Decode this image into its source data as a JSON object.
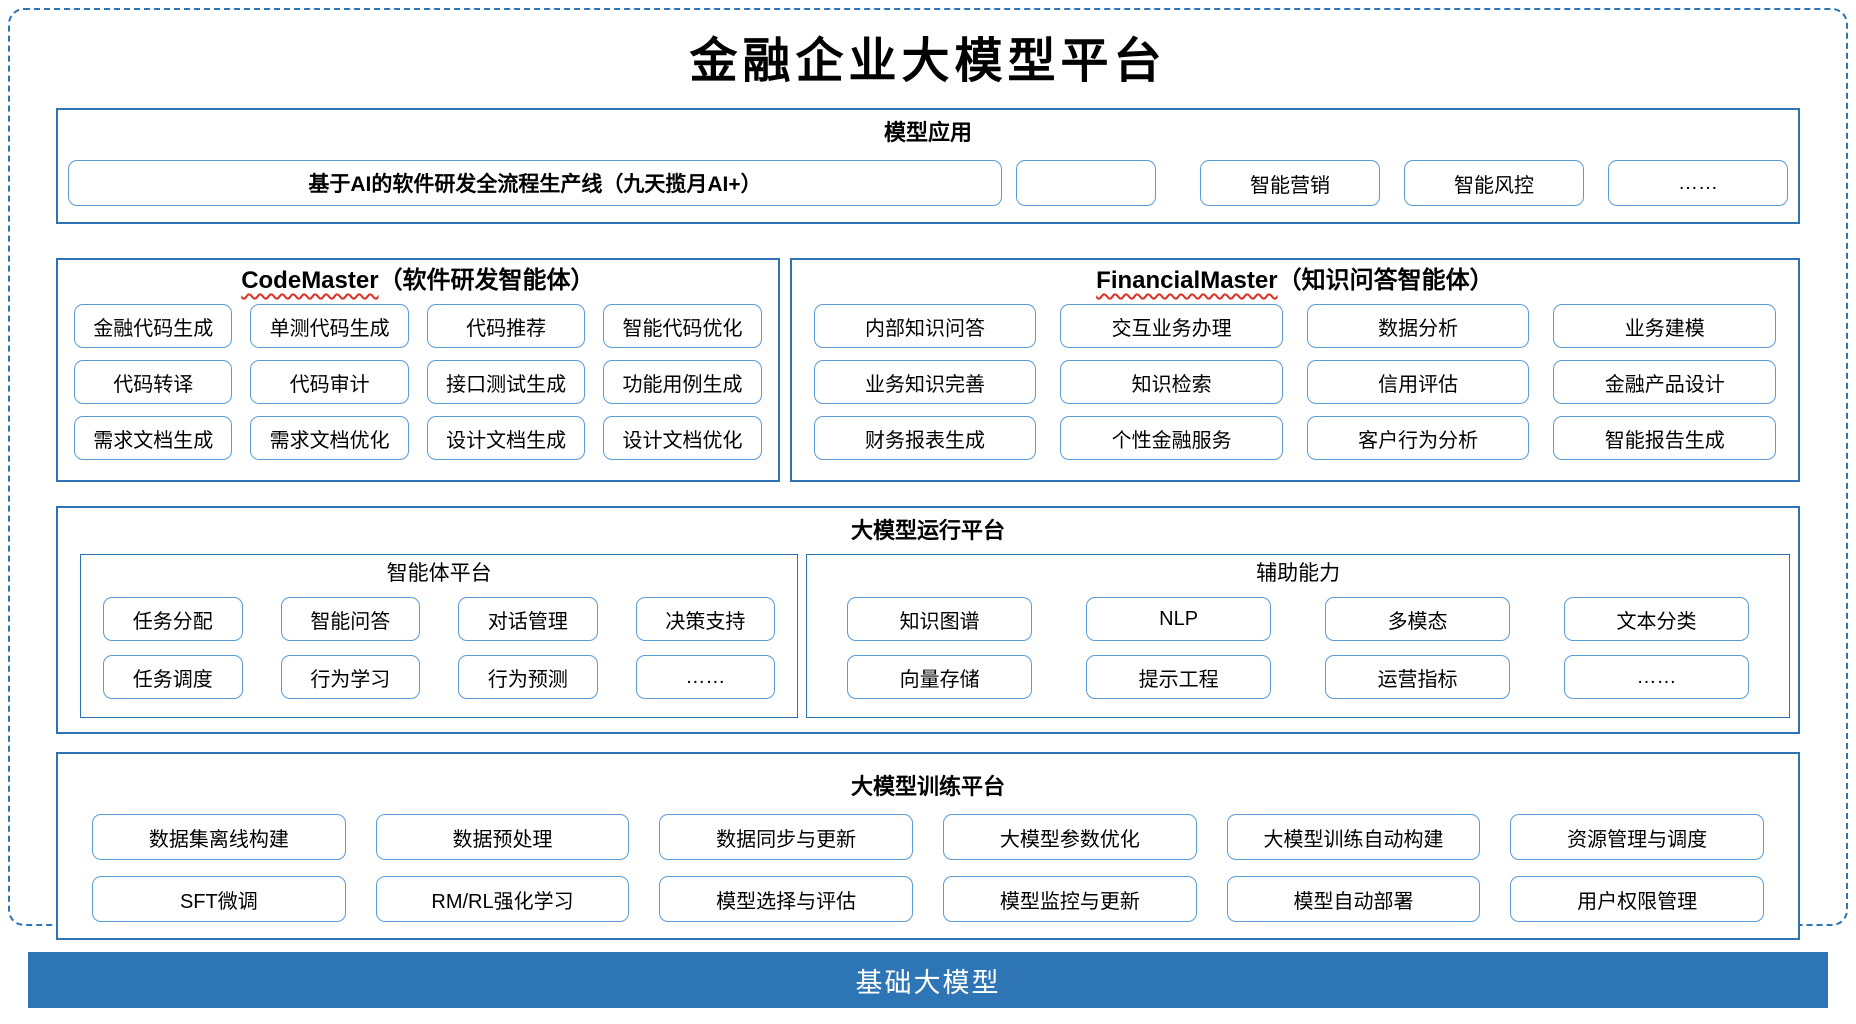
{
  "title": "金融企业大模型平台",
  "model_app": {
    "header": "模型应用",
    "pipeline": "基于AI的软件研发全流程生产线（九天揽月AI+）",
    "items": [
      "智能营销",
      "智能风控",
      "……"
    ]
  },
  "agents": [
    {
      "name_en": "CodeMaster",
      "name_zh": "（软件研发智能体）",
      "items": [
        "金融代码生成",
        "单测代码生成",
        "代码推荐",
        "智能代码优化",
        "代码转译",
        "代码审计",
        "接口测试生成",
        "功能用例生成",
        "需求文档生成",
        "需求文档优化",
        "设计文档生成",
        "设计文档优化"
      ]
    },
    {
      "name_en": "FinancialMaster",
      "name_zh": "（知识问答智能体）",
      "items": [
        "内部知识问答",
        "交互业务办理",
        "数据分析",
        "业务建模",
        "业务知识完善",
        "知识检索",
        "信用评估",
        "金融产品设计",
        "财务报表生成",
        "个性金融服务",
        "客户行为分析",
        "智能报告生成"
      ]
    }
  ],
  "runtime": {
    "header": "大模型运行平台",
    "panels": [
      {
        "title": "智能体平台",
        "items": [
          "任务分配",
          "智能问答",
          "对话管理",
          "决策支持",
          "任务调度",
          "行为学习",
          "行为预测",
          "……"
        ]
      },
      {
        "title": "辅助能力",
        "items": [
          "知识图谱",
          "NLP",
          "多模态",
          "文本分类",
          "向量存储",
          "提示工程",
          "运营指标",
          "……"
        ]
      }
    ]
  },
  "training": {
    "header": "大模型训练平台",
    "items": [
      "数据集离线构建",
      "数据预处理",
      "数据同步与更新",
      "大模型参数优化",
      "大模型训练自动构建",
      "资源管理与调度",
      "SFT微调",
      "RM/RL强化学习",
      "模型选择与评估",
      "模型监控与更新",
      "模型自动部署",
      "用户权限管理"
    ]
  },
  "foundation": {
    "label": "基础大模型"
  },
  "colors": {
    "section_border": "#2E74B5",
    "item_border": "#5B9BD5",
    "foundation_bg": "#2E75B6",
    "squiggle_red": "#D93025"
  }
}
